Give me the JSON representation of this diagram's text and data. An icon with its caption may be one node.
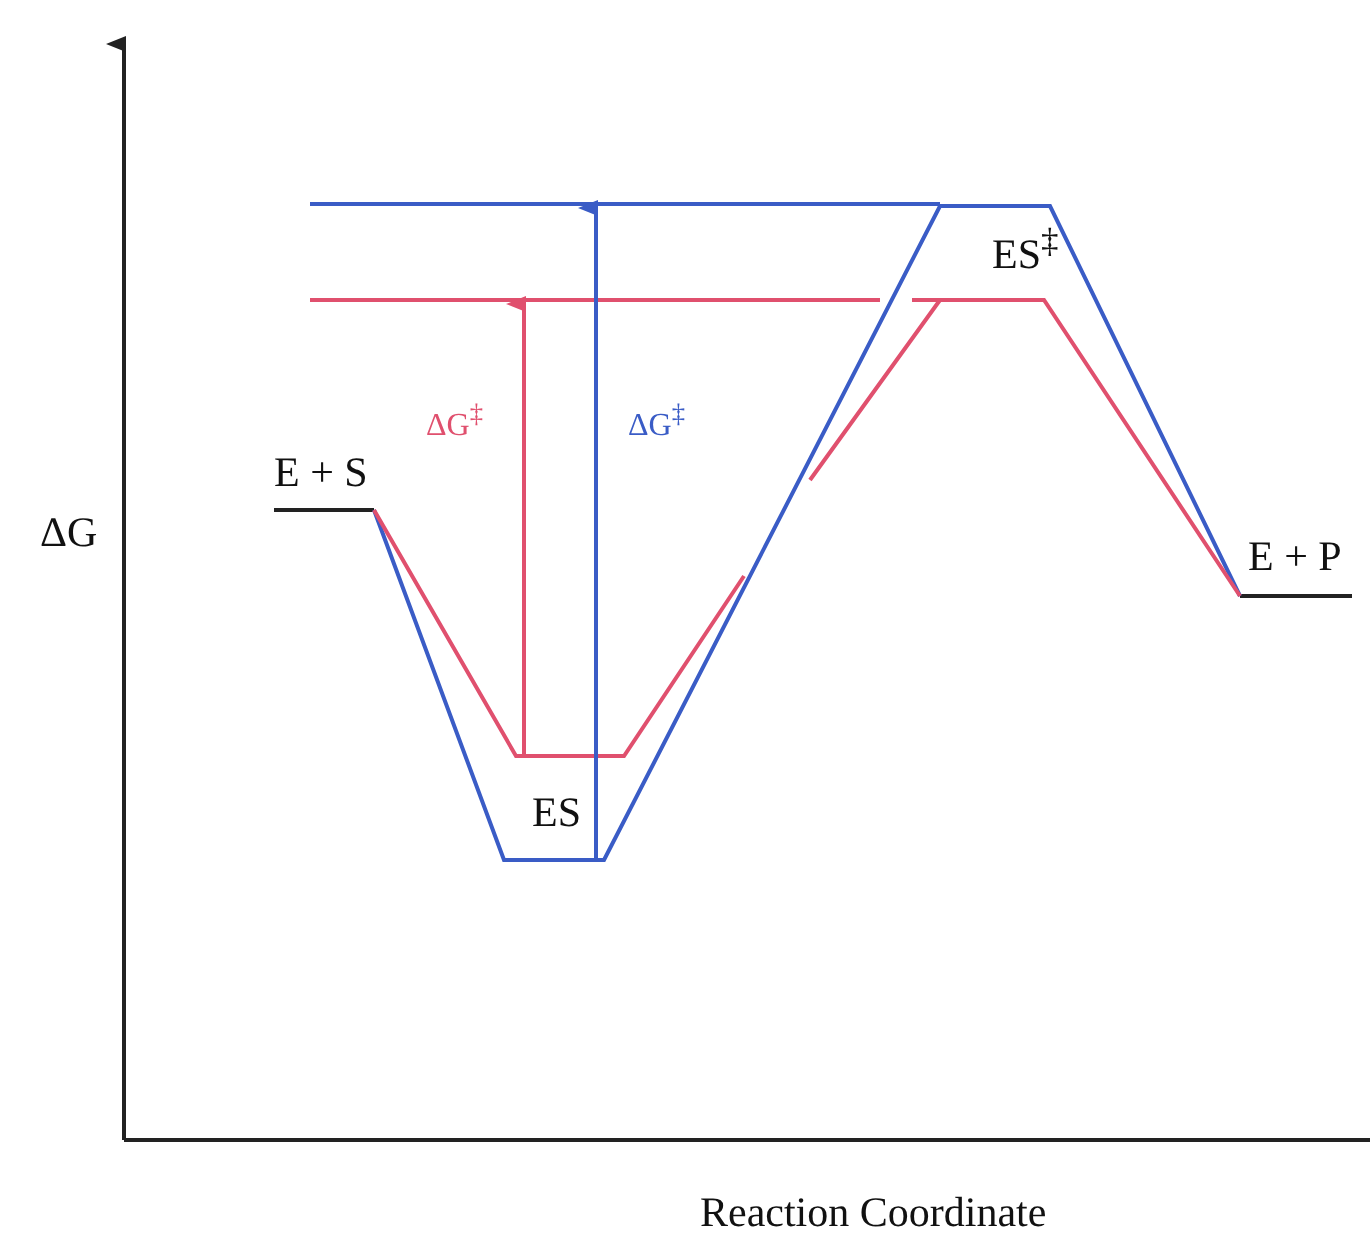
{
  "diagram": {
    "labels": [
      "ΔG",
      "E + S",
      "ΔG$^{‡}$",
      "ΔG$^{‡}$",
      "ES$^{‡}$",
      "E + P",
      "ES",
      "Reaction Coordinate"
    ]
  }
}
